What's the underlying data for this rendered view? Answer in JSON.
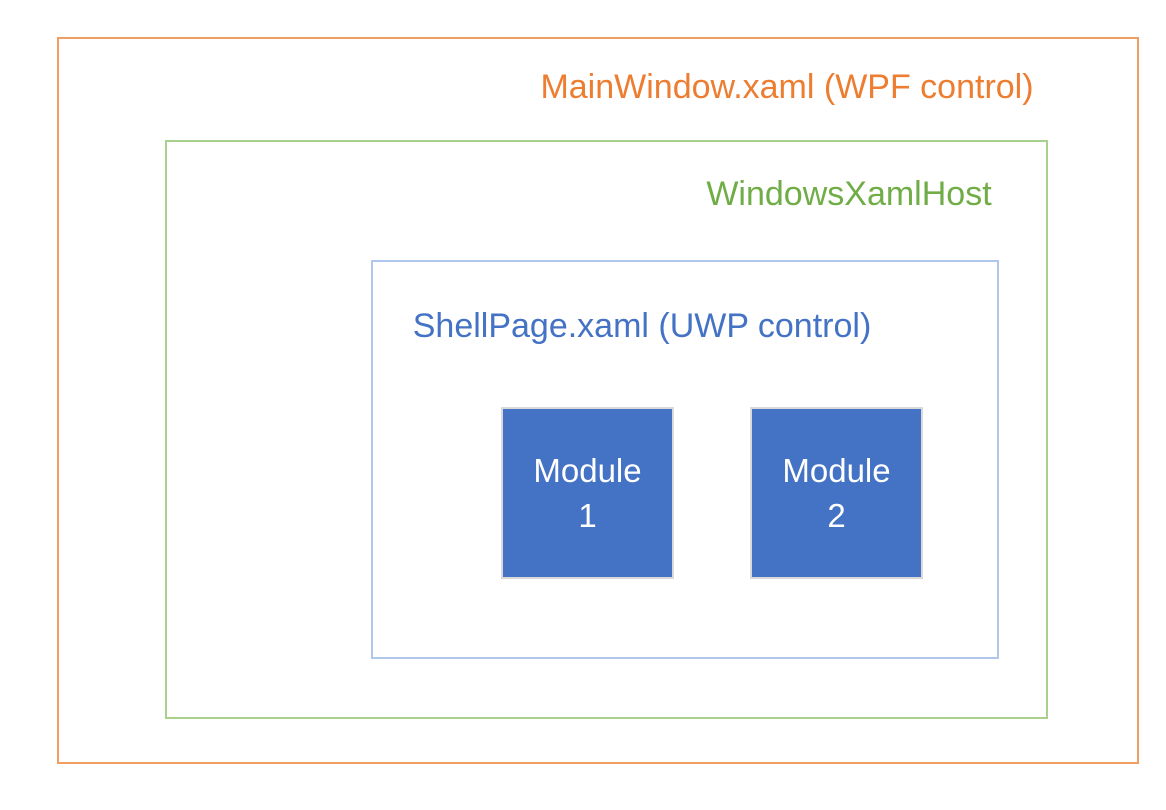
{
  "diagram": {
    "main_window": {
      "label": "MainWindow.xaml (WPF control)",
      "border_color": "#F09E62",
      "text_color": "#ED7D31"
    },
    "xaml_host": {
      "label": "WindowsXamlHost",
      "border_color": "#A9D18E",
      "text_color": "#70AD47"
    },
    "shell_page": {
      "label": "ShellPage.xaml (UWP control)",
      "border_color": "#AFC7EA",
      "text_color": "#4472C4"
    },
    "modules": [
      {
        "lines": [
          "Module",
          "1"
        ],
        "fill_color": "#4472C4",
        "border_color": "#D9D9D9",
        "text_color": "#FFFFFF"
      },
      {
        "lines": [
          "Module",
          "2"
        ],
        "fill_color": "#4472C4",
        "border_color": "#D9D9D9",
        "text_color": "#FFFFFF"
      }
    ]
  }
}
